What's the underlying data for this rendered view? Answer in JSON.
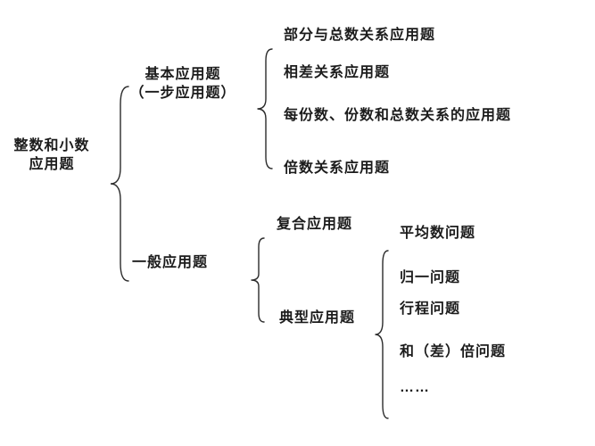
{
  "colors": {
    "background": "#ffffff",
    "text": "#1c1c1c",
    "line": "#2b2b2b"
  },
  "diagram_type": "tree-bracket-diagram",
  "tree": {
    "root": "整数和小数\n应用题",
    "branches": [
      {
        "label": "基本应用题\n（一步应用题）",
        "children": [
          {
            "label": "部分与总数关系应用题"
          },
          {
            "label": "相差关系应用题"
          },
          {
            "label": "每份数、份数和总数关系的应用题"
          },
          {
            "label": "倍数关系应用题"
          }
        ]
      },
      {
        "label": "一般应用题",
        "children": [
          {
            "label": "复合应用题"
          },
          {
            "label": "典型应用题",
            "children": [
              {
                "label": "平均数问题"
              },
              {
                "label": "归一问题"
              },
              {
                "label": "行程问题"
              },
              {
                "label": "和（差）倍问题"
              },
              {
                "label": "……"
              }
            ]
          }
        ]
      }
    ]
  }
}
